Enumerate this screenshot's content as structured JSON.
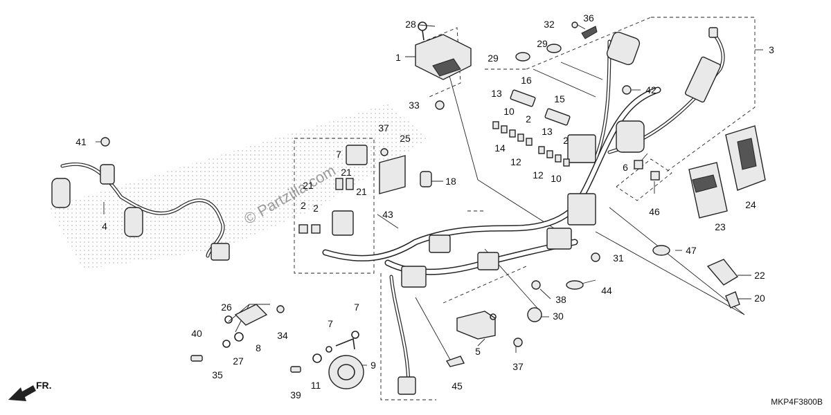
{
  "diagram": {
    "drawing_code": "MKP4F3800B",
    "front_indicator": "FR.",
    "watermark": "© Partzilla.com",
    "callouts": [
      {
        "id": "c1",
        "text": "1"
      },
      {
        "id": "c2a",
        "text": "2"
      },
      {
        "id": "c2b",
        "text": "2"
      },
      {
        "id": "c2c",
        "text": "2"
      },
      {
        "id": "c2d",
        "text": "2"
      },
      {
        "id": "c3",
        "text": "3"
      },
      {
        "id": "c4",
        "text": "4"
      },
      {
        "id": "c5",
        "text": "5"
      },
      {
        "id": "c6",
        "text": "6"
      },
      {
        "id": "c7a",
        "text": "7"
      },
      {
        "id": "c7b",
        "text": "7"
      },
      {
        "id": "c7c",
        "text": "7"
      },
      {
        "id": "c8",
        "text": "8"
      },
      {
        "id": "c9",
        "text": "9"
      },
      {
        "id": "c10a",
        "text": "10"
      },
      {
        "id": "c10b",
        "text": "10"
      },
      {
        "id": "c11",
        "text": "11"
      },
      {
        "id": "c12a",
        "text": "12"
      },
      {
        "id": "c12b",
        "text": "12"
      },
      {
        "id": "c13a",
        "text": "13"
      },
      {
        "id": "c13b",
        "text": "13"
      },
      {
        "id": "c14",
        "text": "14"
      },
      {
        "id": "c15",
        "text": "15"
      },
      {
        "id": "c16",
        "text": "16"
      },
      {
        "id": "c18",
        "text": "18"
      },
      {
        "id": "c20",
        "text": "20"
      },
      {
        "id": "c21a",
        "text": "21"
      },
      {
        "id": "c21b",
        "text": "21"
      },
      {
        "id": "c21c",
        "text": "21"
      },
      {
        "id": "c22",
        "text": "22"
      },
      {
        "id": "c23",
        "text": "23"
      },
      {
        "id": "c24",
        "text": "24"
      },
      {
        "id": "c25",
        "text": "25"
      },
      {
        "id": "c26",
        "text": "26"
      },
      {
        "id": "c27",
        "text": "27"
      },
      {
        "id": "c28",
        "text": "28"
      },
      {
        "id": "c29a",
        "text": "29"
      },
      {
        "id": "c29b",
        "text": "29"
      },
      {
        "id": "c30",
        "text": "30"
      },
      {
        "id": "c31",
        "text": "31"
      },
      {
        "id": "c32",
        "text": "32"
      },
      {
        "id": "c33",
        "text": "33"
      },
      {
        "id": "c34",
        "text": "34"
      },
      {
        "id": "c35",
        "text": "35"
      },
      {
        "id": "c36",
        "text": "36"
      },
      {
        "id": "c37a",
        "text": "37"
      },
      {
        "id": "c37b",
        "text": "37"
      },
      {
        "id": "c38",
        "text": "38"
      },
      {
        "id": "c39",
        "text": "39"
      },
      {
        "id": "c40",
        "text": "40"
      },
      {
        "id": "c41",
        "text": "41"
      },
      {
        "id": "c42",
        "text": "42"
      },
      {
        "id": "c43",
        "text": "43"
      },
      {
        "id": "c44",
        "text": "44"
      },
      {
        "id": "c45",
        "text": "45"
      },
      {
        "id": "c46",
        "text": "46"
      },
      {
        "id": "c47",
        "text": "47"
      }
    ]
  }
}
